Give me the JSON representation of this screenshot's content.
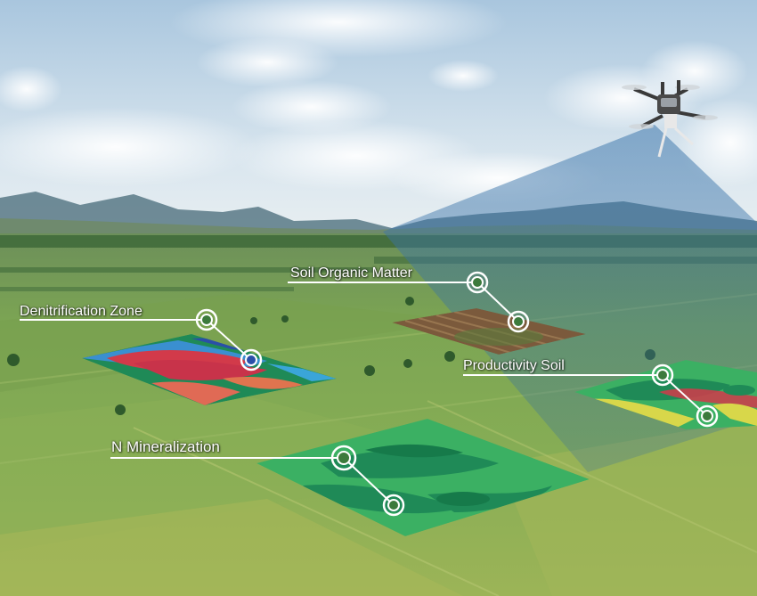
{
  "annotations": {
    "soil_organic_matter": "Soil Organic Matter",
    "denitrification_zone": "Denitrification Zone",
    "productivity_soil": "Productivity Soil",
    "n_mineralization": "N Mineralization"
  },
  "colors": {
    "sky_top": "#b9d2e6",
    "sky_bottom": "#e4eef4",
    "mountain": "#5e7a86",
    "field_green": "#7fa552",
    "field_yellow": "#a9b557",
    "drone_beam": "#4f84b8",
    "map_green": "#3bb063",
    "map_dark_green": "#1f8a57",
    "map_red": "#d23a4a",
    "map_blue": "#3a8fd0",
    "map_yellow": "#d8d74a",
    "map_brown": "#7b5a3c"
  }
}
